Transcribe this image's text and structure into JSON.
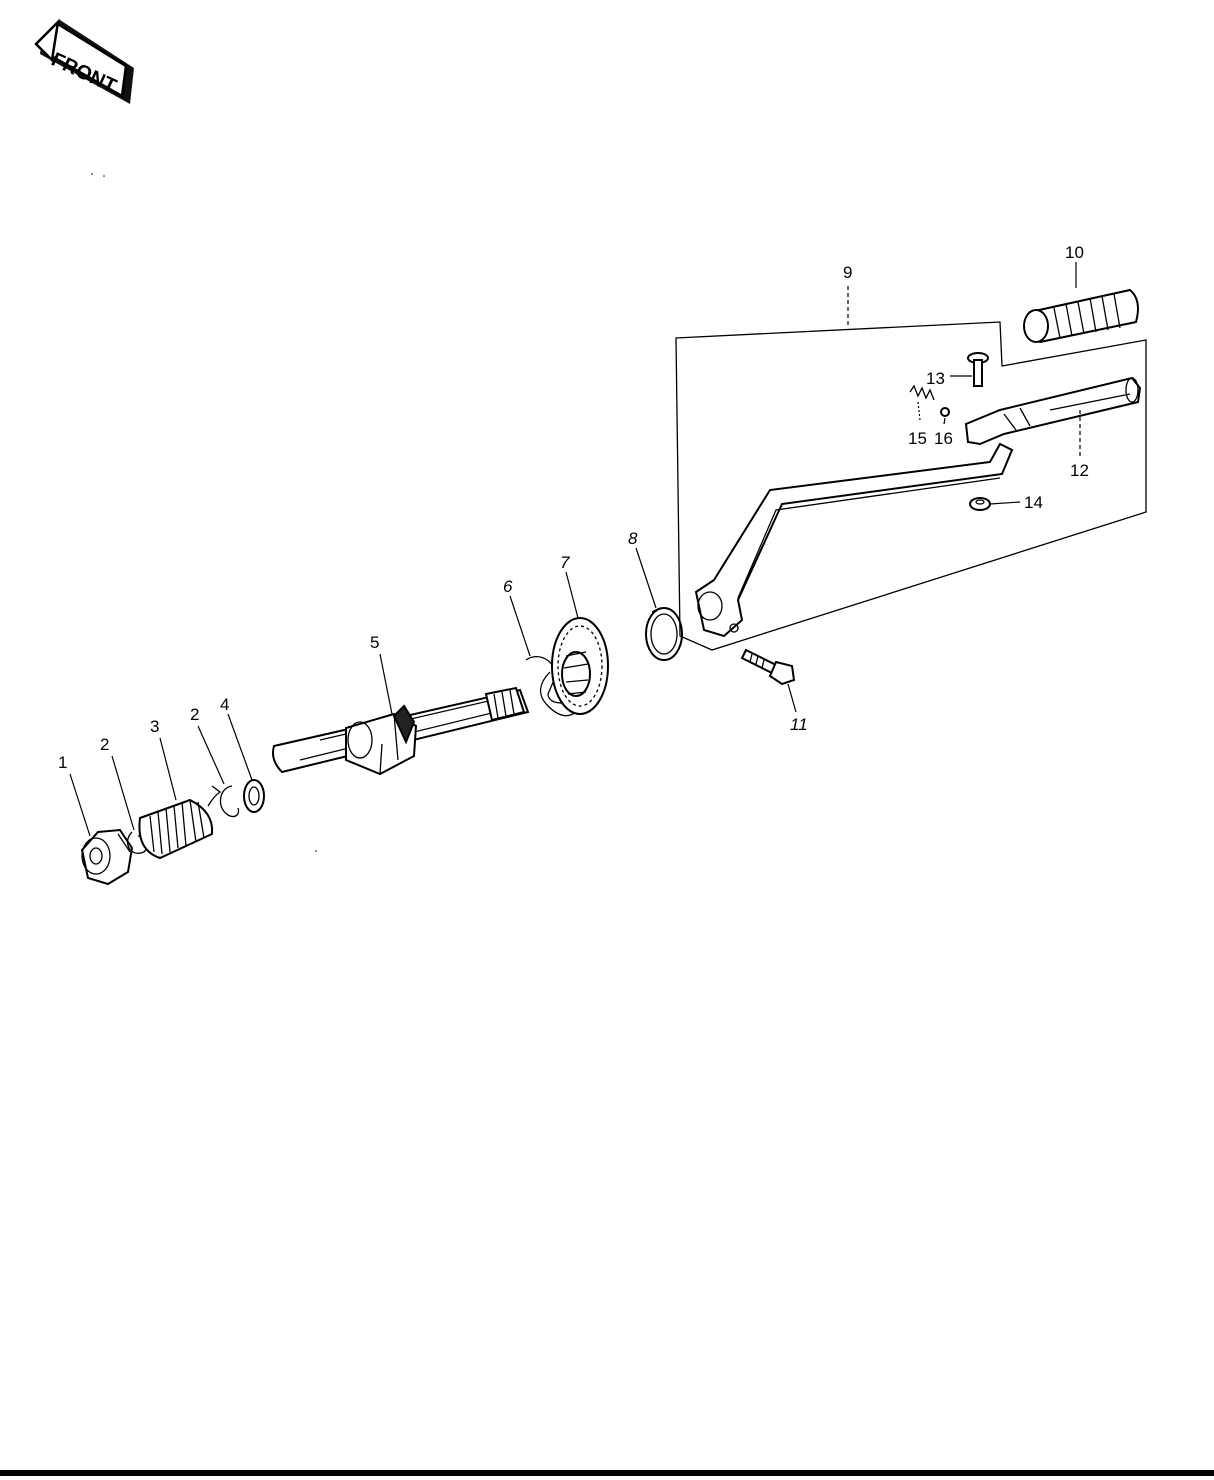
{
  "front_arrow": {
    "label": "FRONT"
  },
  "callouts": [
    {
      "id": "c1",
      "text": "1"
    },
    {
      "id": "c2a",
      "text": "2"
    },
    {
      "id": "c3",
      "text": "3"
    },
    {
      "id": "c2b",
      "text": "2"
    },
    {
      "id": "c4",
      "text": "4"
    },
    {
      "id": "c5",
      "text": "5"
    },
    {
      "id": "c6",
      "text": "6"
    },
    {
      "id": "c7",
      "text": "7"
    },
    {
      "id": "c8",
      "text": "8"
    },
    {
      "id": "c9",
      "text": "9"
    },
    {
      "id": "c10",
      "text": "10"
    },
    {
      "id": "c11",
      "text": "11"
    },
    {
      "id": "c12",
      "text": "12"
    },
    {
      "id": "c13",
      "text": "13"
    },
    {
      "id": "c14",
      "text": "14"
    },
    {
      "id": "c15",
      "text": "15"
    },
    {
      "id": "c16",
      "text": "16"
    }
  ]
}
